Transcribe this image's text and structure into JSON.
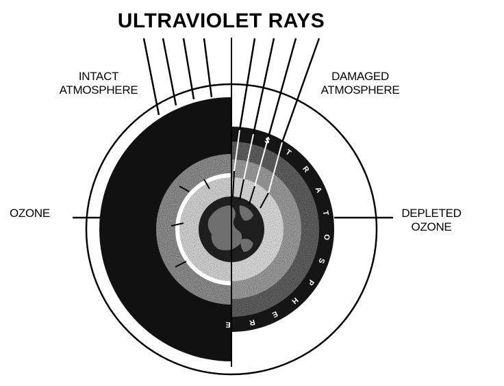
{
  "title": "ULTRAVIOLET RAYS",
  "left_label": [
    "INTACT",
    "ATMOSPHERE"
  ],
  "right_label": [
    "DAMAGED",
    "ATMOSPHERE"
  ],
  "ozone_label": "OZONE",
  "depleted_label": [
    "DEPLETED",
    "OZONE"
  ],
  "stratosphere_label": "STRATOSPHERE",
  "colors": {
    "ink": "#000000",
    "paper": "#ffffff",
    "outer_dark": "#111111",
    "mid_dark": "#3a3a3a",
    "speckle_mid": "#9a9a9a",
    "speckle_light": "#d2d2d2",
    "core": "#1e1e1e"
  }
}
